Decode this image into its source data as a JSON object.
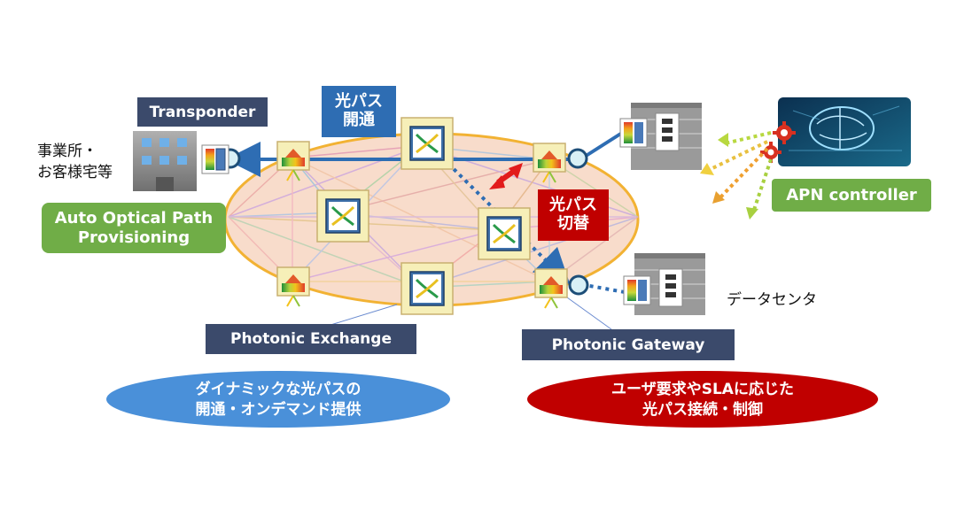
{
  "labels": {
    "transponder": "Transponder",
    "office_line1": "事業所・",
    "office_line2": "お客様宅等",
    "auto_optical_line1": "Auto Optical Path",
    "auto_optical_line2": "Provisioning",
    "kaitsu_line1": "光パス",
    "kaitsu_line2": "開通",
    "kirikae_line1": "光パス",
    "kirikae_line2": "切替",
    "apn_controller": "APN controller",
    "datacenter": "データセンタ",
    "photonic_exchange": "Photonic Exchange",
    "photonic_gateway": "Photonic Gateway"
  },
  "ovals": {
    "left_line1": "ダイナミックな光パスの",
    "left_line2": "開通・オンデマンド提供",
    "right_line1": "ユーザ要求やSLAに応じた",
    "right_line2": "光パス接続・制御"
  },
  "colors": {
    "navy": "#3b4a6b",
    "blue": "#2e6db3",
    "red": "#c00000",
    "green": "#70ad47",
    "ellipse_fill": "#f8d9c8",
    "ellipse_stroke": "#f2b233"
  },
  "icons": [
    "building-icon",
    "transponder-icon",
    "photonic-gateway-icon",
    "photonic-exchange-icon",
    "datacenter-icon",
    "server-icon",
    "brain-icon",
    "gear-icon"
  ]
}
